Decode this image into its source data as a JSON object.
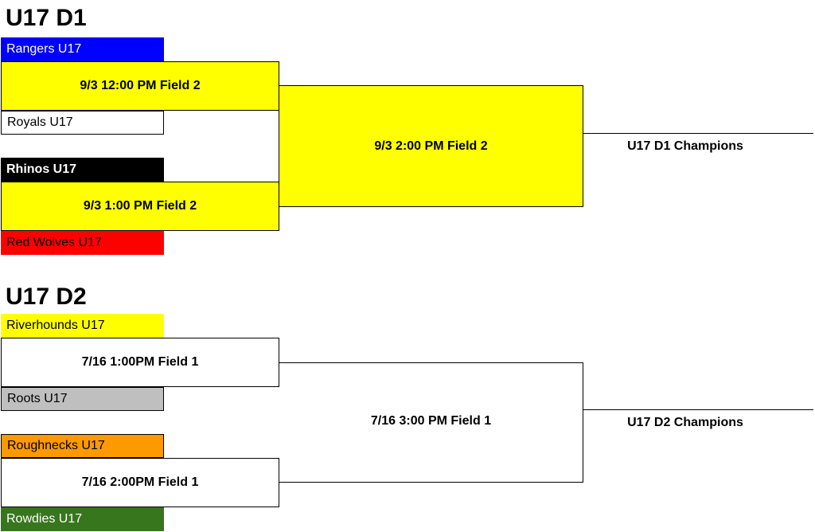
{
  "brackets": [
    {
      "title": "U17 D1",
      "teams": [
        {
          "name": "Rangers U17",
          "color": "#0000ff",
          "text_color": "#ffffff"
        },
        {
          "name": "Royals U17",
          "color": "#ffffff",
          "text_color": "#000000"
        },
        {
          "name": "Rhinos U17",
          "color": "#000000",
          "text_color": "#ffffff"
        },
        {
          "name": "Red Wolves U17",
          "color": "#ff0000",
          "text_color": "#000000"
        }
      ],
      "games": {
        "semi1": "9/3 12:00 PM Field 2",
        "semi2": "9/3 1:00 PM Field 2",
        "final": "9/3 2:00 PM Field 2"
      },
      "game_color": "#ffff00",
      "champion": "U17 D1 Champions"
    },
    {
      "title": "U17 D2",
      "teams": [
        {
          "name": "Riverhounds U17",
          "color": "#ffff00",
          "text_color": "#000000"
        },
        {
          "name": "Roots U17",
          "color": "#bfbfbf",
          "text_color": "#000000"
        },
        {
          "name": "Roughnecks U17",
          "color": "#ff9900",
          "text_color": "#000000"
        },
        {
          "name": "Rowdies U17",
          "color": "#38761d",
          "text_color": "#ffffff"
        }
      ],
      "games": {
        "semi1": "7/16 1:00PM Field 1",
        "semi2": "7/16 2:00PM Field 1",
        "final": "7/16 3:00 PM Field 1"
      },
      "game_color": "#ffffff",
      "champion": "U17 D2 Champions"
    }
  ]
}
